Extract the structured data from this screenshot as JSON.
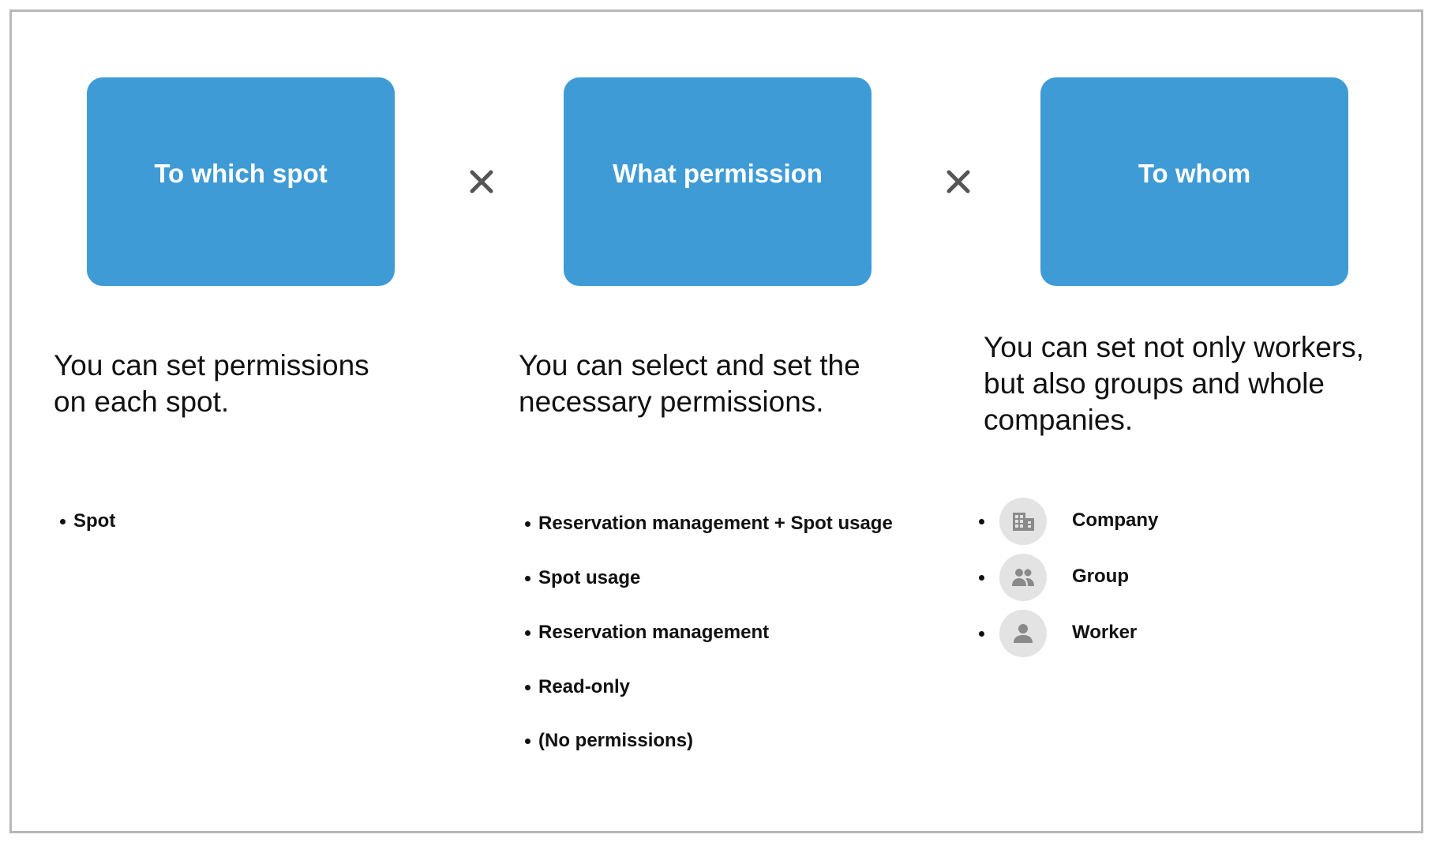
{
  "columns": [
    {
      "title": "To which spot",
      "description": [
        "You can set permissions",
        "on each spot."
      ],
      "items": [
        "Spot"
      ]
    },
    {
      "title": "What permission",
      "description": [
        "You can select and set the",
        "necessary permissions."
      ],
      "items": [
        "Reservation management + Spot usage",
        "Spot usage",
        "Reservation management",
        "Read-only",
        "(No permissions)"
      ]
    },
    {
      "title": "To whom",
      "description": [
        "You can set not only workers,",
        "but also groups and whole",
        "companies."
      ],
      "entities": [
        {
          "label": "Company",
          "icon": "building-icon"
        },
        {
          "label": "Group",
          "icon": "group-icon"
        },
        {
          "label": "Worker",
          "icon": "person-icon"
        }
      ]
    }
  ],
  "operator_symbol": "×",
  "colors": {
    "box": "#3f9bd6",
    "icon": "#8a8a8a",
    "icon_bg": "#e3e3e3",
    "operator": "#555555"
  }
}
